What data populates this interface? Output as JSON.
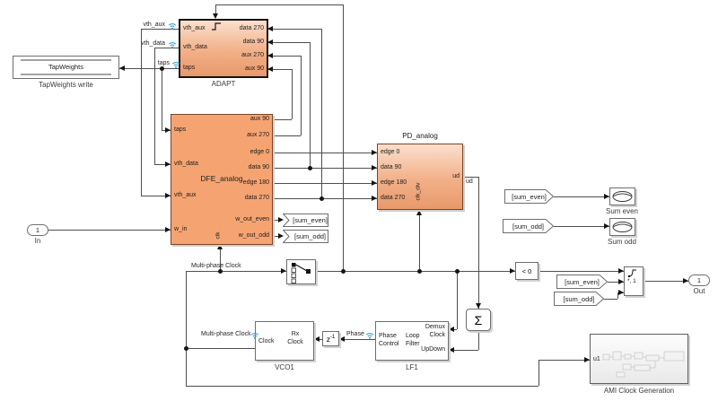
{
  "blocks": {
    "tapweights": {
      "text": "TapWeights",
      "label": "TapWeights write"
    },
    "adapt": {
      "label": "ADAPT",
      "outputs": [
        "vth_aux",
        "vth_data",
        "taps"
      ],
      "inputs": [
        "data 270",
        "data 90",
        "aux 270",
        "aux 90"
      ]
    },
    "dfe": {
      "title": "DFE_analog",
      "inputs": [
        "taps",
        "vth_data",
        "vth_aux",
        "w_in"
      ],
      "outputs": [
        "aux 90",
        "aux 270",
        "edge 0",
        "data 90",
        "edge 180",
        "data 270",
        "w_out_even",
        "w_out_odd"
      ],
      "clk": "clk"
    },
    "pd": {
      "title": "PD_analog",
      "inputs": [
        "edge 0",
        "data 90",
        "edge 180",
        "data 270"
      ],
      "output": "ud",
      "clk": "clk_div"
    },
    "compare": {
      "text": "< 0"
    },
    "mpswitch": {
      "text": "*, 1"
    },
    "sum": {
      "symbol": "Σ"
    },
    "lf1": {
      "label": "LF1",
      "out": [
        "Phase",
        "Control"
      ],
      "center": [
        "Loop",
        "Filter"
      ],
      "in1": [
        "Demux",
        "Clock"
      ],
      "in2": "UpDown"
    },
    "delay": {
      "base": "z",
      "exp": "-1"
    },
    "vco": {
      "label": "VCO1",
      "port": "Clock",
      "center": [
        "Rx",
        "Clock"
      ]
    },
    "ami": {
      "label": "AMI Clock Generation",
      "port": "u1"
    },
    "scope_even": {
      "label": "Sum even"
    },
    "scope_odd": {
      "label": "Sum odd"
    },
    "in_port": {
      "num": "1",
      "label": "In"
    },
    "out_port": {
      "num": "1",
      "label": "Out"
    }
  },
  "tags": {
    "goto_even": "[sum_even]",
    "goto_odd": "[sum_odd]",
    "from_scope_even": "[sum_even]",
    "from_scope_odd": "[sum_odd]",
    "from_sw_even": "[sum_even]",
    "from_sw_odd": "[sum_odd]"
  },
  "signals": {
    "vth_aux": "vth_aux",
    "vth_data": "vth_data",
    "taps": "taps",
    "ud": "ud",
    "mpc_top": "Multi-phase Clock",
    "mpc_src": "Multi-phase Clock",
    "phase": "Phase"
  },
  "colors": {
    "block_orange": "#f5a471",
    "block_gradient_top": "#fbdfcd",
    "block_gradient_bottom": "#e8996b",
    "logging_badge_blue": "#2e9bd6",
    "wire": "#4f4f4f"
  }
}
